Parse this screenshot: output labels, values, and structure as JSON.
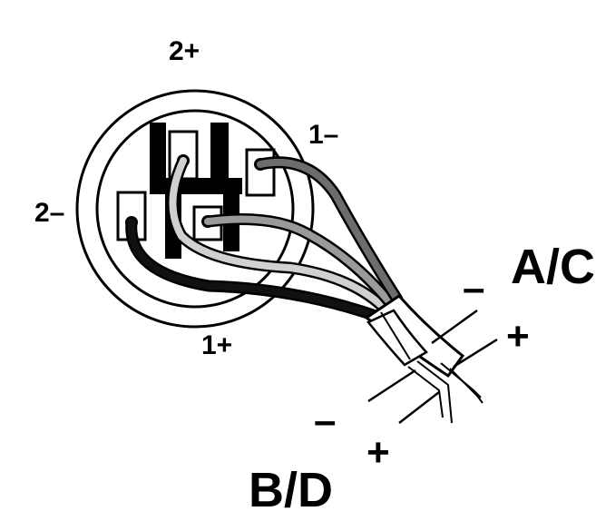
{
  "pin_labels": {
    "top": "2+",
    "left": "2–",
    "right": "1–",
    "bottom": "1+"
  },
  "outputs": {
    "ac": {
      "label": "A/C",
      "minus": "–",
      "plus": "+"
    },
    "bd": {
      "label": "B/D",
      "minus": "–",
      "plus": "+"
    }
  },
  "wire_colors": {
    "black": "#111111",
    "dark_gray": "#6d6d6d",
    "mid_gray": "#9a9a9a",
    "light_gray": "#d0d0d0"
  }
}
